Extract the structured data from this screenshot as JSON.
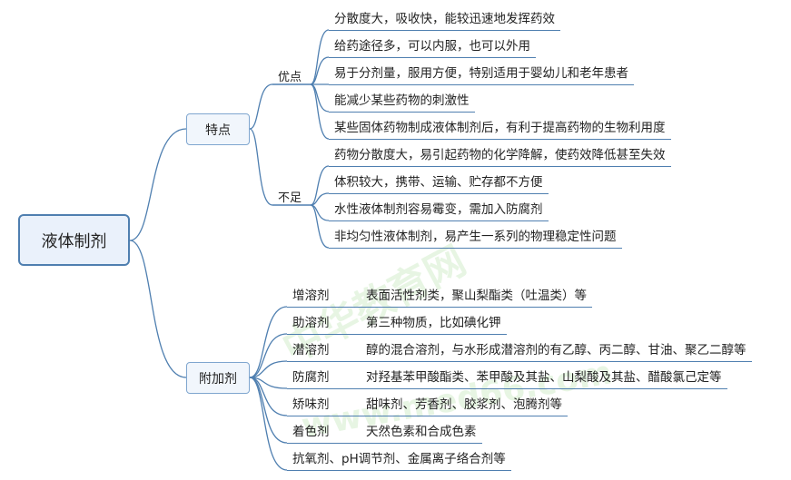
{
  "root": "液体制剂",
  "features": {
    "label": "特点",
    "advantages": {
      "label": "优点",
      "items": [
        "分散度大，吸收快，能较迅速地发挥药效",
        "给药途径多，可以内服，也可以外用",
        "易于分剂量，服用方便，特别适用于婴幼儿和老年患者",
        "能减少某些药物的刺激性",
        "某些固体药物制成液体制剂后，有利于提高药物的生物利用度"
      ]
    },
    "disadvantages": {
      "label": "不足",
      "items": [
        "药物分散度大，易引起药物的化学降解，使药效降低甚至失效",
        "体积较大，携带、运输、贮存都不方便",
        "水性液体制剂容易霉变，需加入防腐剂",
        "非均匀性液体制剂，易产生一系列的物理稳定性问题"
      ]
    }
  },
  "additives": {
    "label": "附加剂",
    "items": [
      {
        "name": "增溶剂",
        "desc": "表面活性剂类，聚山梨酯类（吐温类）等"
      },
      {
        "name": "助溶剂",
        "desc": "第三种物质，比如碘化钾"
      },
      {
        "name": "潜溶剂",
        "desc": "醇的混合溶剂，与水形成潜溶剂的有乙醇、丙二醇、甘油、聚乙二醇等"
      },
      {
        "name": "防腐剂",
        "desc": "对羟基苯甲酸酯类、苯甲酸及其盐、山梨酸及其盐、醋酸氯己定等"
      },
      {
        "name": "矫味剂",
        "desc": "甜味剂、芳香剂、胶浆剂、泡腾剂等"
      },
      {
        "name": "着色剂",
        "desc": "天然色素和合成色素"
      },
      {
        "name": "抗氧剂、pH调节剂、金属离子络合剂等",
        "desc": ""
      }
    ]
  },
  "watermark": {
    "cn": "中华教育网",
    "url": "www.med66.com"
  },
  "colors": {
    "line": "#4f7fb0",
    "root_fill": "#eaf1fb"
  }
}
